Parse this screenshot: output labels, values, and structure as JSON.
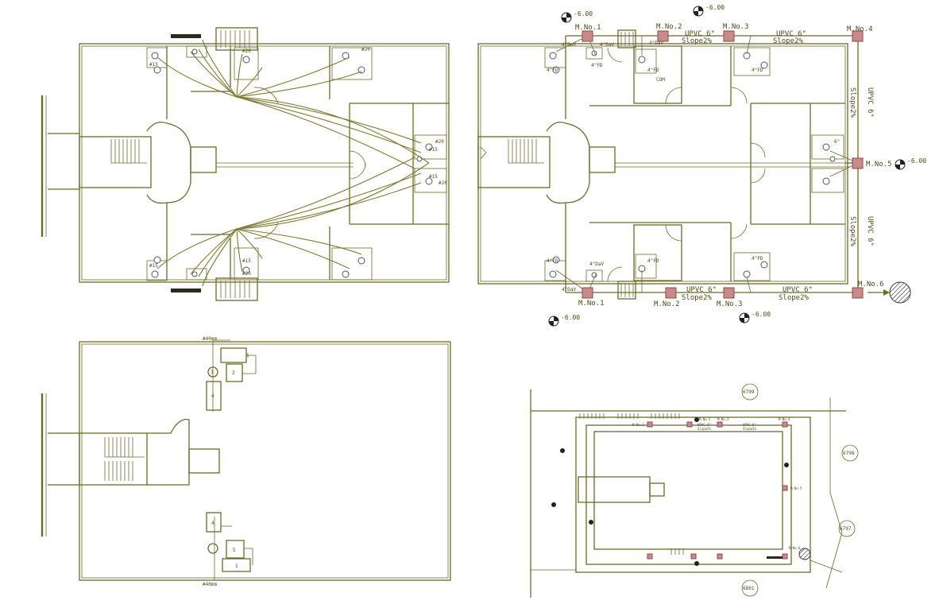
{
  "drainage_plan": {
    "level_markers": [
      "-6.00",
      "-6.00",
      "-6.00",
      "-6.00",
      "-6.00"
    ],
    "manholes": {
      "top": [
        "M.No.1",
        "M.No.2",
        "M.No.3",
        "M.No.4"
      ],
      "bottom": [
        "M.No.1",
        "M.No.2",
        "M.No.3"
      ],
      "right": [
        "M.No.5",
        "M.No.6"
      ]
    },
    "pipe_labels": {
      "top_a": "UPVC 6\"",
      "top_a_slope": "Slope2%",
      "top_b": "UPVC 6\"",
      "top_b_slope": "Slope2%",
      "bottom_a": "UPVC 6\"",
      "bottom_a_slope": "Slope2%",
      "bottom_b": "UPVC 6\"",
      "bottom_b_slope": "Slope2%",
      "right_upper": "UPVC 6\"",
      "right_upper_slope": "Slope2%",
      "right_lower": "UPVC 6\"",
      "right_lower_slope": "Slope2%"
    },
    "fitting_labels": [
      "4\"DaV",
      "4\"DaV",
      "4\"FD",
      "4\"FD",
      "4\"FD",
      "4\"DaV",
      "6\"",
      "COM",
      "4\"FD",
      "4\"DaV",
      "4\"DaV",
      "4\"FD",
      "4\"FD",
      "4\"FD"
    ]
  },
  "water_plan": {
    "riser_labels": [
      "#20",
      "#20",
      "#15",
      "#20",
      "#15",
      "#20",
      "#15",
      "#20",
      "#15",
      "#15"
    ]
  },
  "roof_plan": {
    "tank_labels": [
      "1",
      "2",
      "3",
      "4"
    ],
    "tank_labels_lower": [
      "4",
      "5",
      "1"
    ],
    "pipe_note_top": "#40mm",
    "pipe_note_bottom": "#40mm"
  },
  "site_plan": {
    "plot_numbers": [
      "6799",
      "6798",
      "6797",
      "6801"
    ],
    "mini_labels": [
      "M.No.1",
      "M.No.2",
      "M.No.3",
      "M.No.4",
      "M.No.5",
      "M.No.6",
      "UPVC 6\"",
      "Slope2%",
      "UPVC 6\"",
      "Slope2%"
    ]
  }
}
